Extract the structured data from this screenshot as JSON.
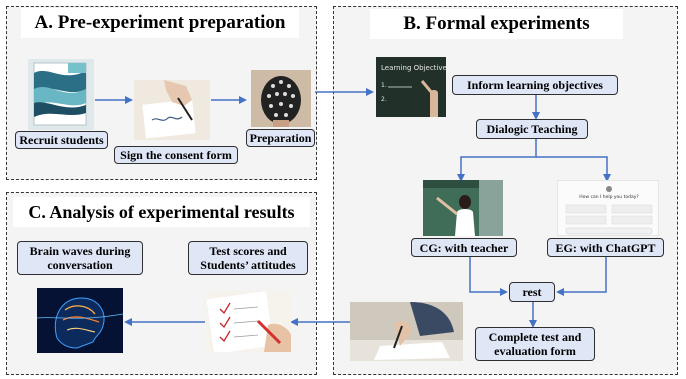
{
  "panels": {
    "a": {
      "title": "A. Pre-experiment preparation"
    },
    "b": {
      "title": "B. Formal experiments"
    },
    "c": {
      "title": "C. Analysis of experimental results"
    }
  },
  "nodes": {
    "recruit": "Recruit students",
    "consent": "Sign the consent form",
    "preparation": "Preparation",
    "inform": "Inform learning objectives",
    "dialogic": "Dialogic Teaching",
    "cg": "CG: with teacher",
    "eg": "EG: with ChatGPT",
    "rest": "rest",
    "complete_line1": "Complete test and",
    "complete_line2": "evaluation form",
    "brain_line1": "Brain waves during",
    "brain_line2": "conversation",
    "scores_line1": "Test scores and",
    "scores_line2": "Students’ attitudes"
  },
  "blackboard": {
    "heading": "Learning Objectives",
    "line1": "1.",
    "line2": "2."
  },
  "form_screenshot": {
    "title": "How can I help you today?"
  },
  "colors": {
    "arrow": "#4472c4",
    "node_fill": "#dfe6f6",
    "panel_fill": "#f4f4f4"
  }
}
